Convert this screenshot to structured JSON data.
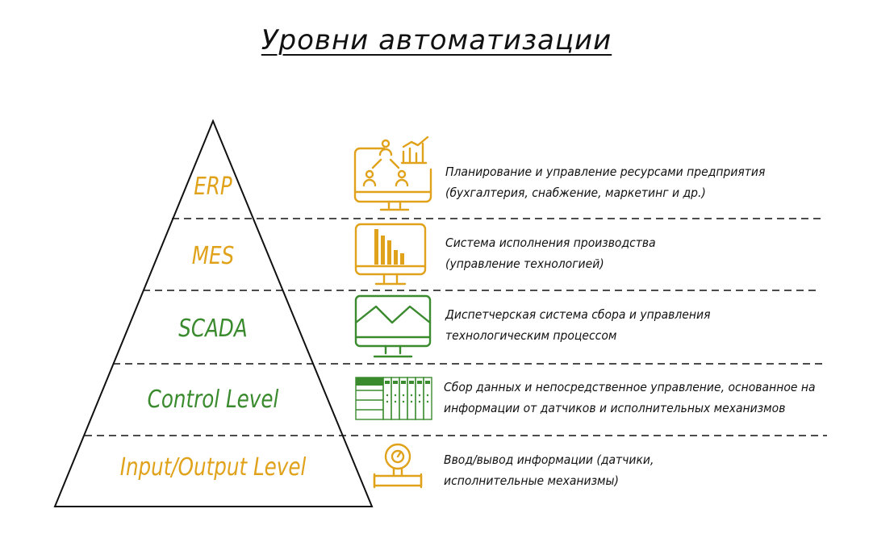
{
  "title": "Уровни автоматизации",
  "colors": {
    "gold": "#e0a21a",
    "green": "#3a8a2e",
    "line": "#111111"
  },
  "levels": [
    {
      "name": "ERP",
      "color": "#e0a21a",
      "icon": "network-chart-monitor-icon",
      "desc_line1": "Планирование и управление ресурсами предприятия",
      "desc_line2": "(бухгалтерия, снабжение, маркетинг и др.)"
    },
    {
      "name": "MES",
      "color": "#e0a21a",
      "icon": "bar-chart-monitor-icon",
      "desc_line1": "Система исполнения производства",
      "desc_line2": "(управление технологией)"
    },
    {
      "name": "SCADA",
      "color": "#3a8a2e",
      "icon": "line-graph-monitor-icon",
      "desc_line1": "Диспетчерская система сбора и управления",
      "desc_line2": "технологическим процессом"
    },
    {
      "name": "Control Level",
      "color": "#3a8a2e",
      "icon": "plc-module-icon",
      "desc_line1": "Сбор данных и непосредственное управление, основанное на",
      "desc_line2": "информации от датчиков и исполнительных механизмов"
    },
    {
      "name": "Input/Output Level",
      "color": "#e0a21a",
      "icon": "sensor-gauge-icon",
      "desc_line1": "Ввод/вывод информации (датчики,",
      "desc_line2": "исполнительные механизмы)"
    }
  ]
}
